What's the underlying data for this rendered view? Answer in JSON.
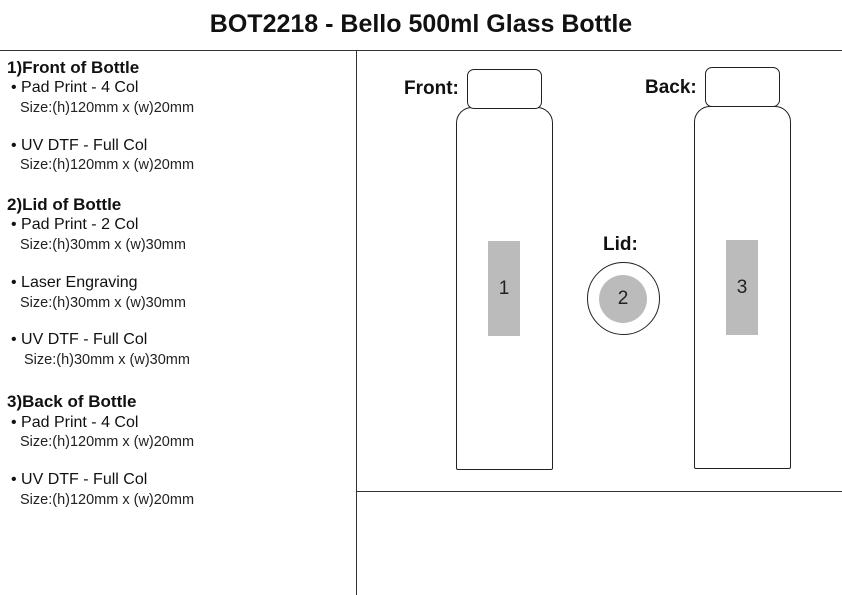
{
  "title": "BOT2218 - Bello 500ml Glass Bottle",
  "sections": [
    {
      "heading": "1)Front of Bottle",
      "items": [
        {
          "label": "Pad Print - 4 Col",
          "size": "Size:(h)120mm x (w)20mm"
        },
        {
          "label": "UV DTF - Full Col",
          "size": "Size:(h)120mm x (w)20mm"
        }
      ]
    },
    {
      "heading": "2)Lid of Bottle",
      "items": [
        {
          "label": "Pad Print - 2 Col",
          "size": "Size:(h)30mm x (w)30mm"
        },
        {
          "label": "Laser Engraving",
          "size": "Size:(h)30mm x (w)30mm"
        },
        {
          "label": "UV DTF  - Full Col",
          "size": "Size:(h)30mm x (w)30mm"
        }
      ]
    },
    {
      "heading": "3)Back of Bottle",
      "items": [
        {
          "label": "Pad Print - 4 Col",
          "size": "Size:(h)120mm x (w)20mm"
        },
        {
          "label": "UV DTF - Full Col",
          "size": "Size:(h)120mm x (w)20mm"
        }
      ]
    }
  ],
  "diagram": {
    "front_label": "Front:",
    "back_label": "Back:",
    "lid_label": "Lid:",
    "area1": "1",
    "area2": "2",
    "area3": "3",
    "area_color": "#bbbbbb"
  }
}
